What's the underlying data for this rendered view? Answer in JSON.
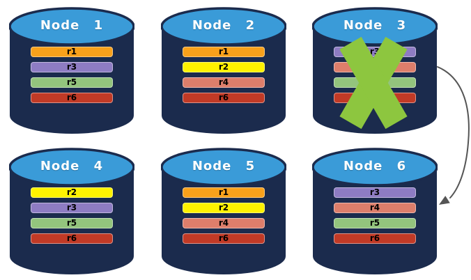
{
  "colors": {
    "cylinder_body": "#1B2B4D",
    "cylinder_top": "#3A9BD8",
    "failure_x": "#8DC63F",
    "arrow": "#555555"
  },
  "arrow": {
    "from": "Node 3",
    "to": "Node 6"
  },
  "nodes": [
    {
      "title": "Node 1",
      "rows": [
        {
          "label": "r1",
          "color": "#F9A11B"
        },
        {
          "label": "r3",
          "color": "#8E7CC3"
        },
        {
          "label": "r5",
          "color": "#93C47D"
        },
        {
          "label": "r6",
          "color": "#C13A26"
        }
      ]
    },
    {
      "title": "Node 2",
      "rows": [
        {
          "label": "r1",
          "color": "#F9A11B"
        },
        {
          "label": "r2",
          "color": "#FFF200"
        },
        {
          "label": "r4",
          "color": "#DD7E6B"
        },
        {
          "label": "r6",
          "color": "#C13A26"
        }
      ]
    },
    {
      "title": "Node 3",
      "failed": true,
      "rows": [
        {
          "label": "r3",
          "color": "#8E7CC3"
        },
        {
          "label": "r4",
          "color": "#DD7E6B"
        },
        {
          "label": "r5",
          "color": "#93C47D"
        },
        {
          "label": "r6",
          "color": "#C13A26"
        }
      ]
    },
    {
      "title": "Node 4",
      "rows": [
        {
          "label": "r2",
          "color": "#FFF200"
        },
        {
          "label": "r3",
          "color": "#8E7CC3"
        },
        {
          "label": "r5",
          "color": "#93C47D"
        },
        {
          "label": "r6",
          "color": "#C13A26"
        }
      ]
    },
    {
      "title": "Node 5",
      "rows": [
        {
          "label": "r1",
          "color": "#F9A11B"
        },
        {
          "label": "r2",
          "color": "#FFF200"
        },
        {
          "label": "r4",
          "color": "#DD7E6B"
        },
        {
          "label": "r6",
          "color": "#C13A26"
        }
      ]
    },
    {
      "title": "Node 6",
      "rows": [
        {
          "label": "r3",
          "color": "#8E7CC3"
        },
        {
          "label": "r4",
          "color": "#DD7E6B"
        },
        {
          "label": "r5",
          "color": "#93C47D"
        },
        {
          "label": "r6",
          "color": "#C13A26"
        }
      ]
    }
  ]
}
